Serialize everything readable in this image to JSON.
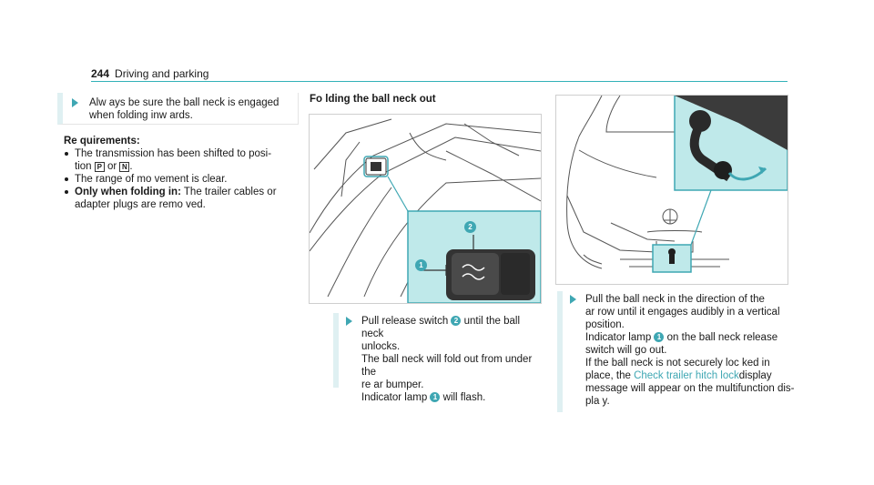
{
  "header": {
    "page_number": "244",
    "section": "Driving and parking"
  },
  "note": {
    "text_1": "Alw ays be sure the ball neck is engaged",
    "text_2": "when folding inw ards."
  },
  "requirements": {
    "title": "Re quirements:",
    "item1_a": "The transmission has been shifted to posi-",
    "item1_b": "tion",
    "gear_p": "P",
    "or": "or",
    "gear_n": "N",
    "item1_end": ".",
    "item2": "The range of mo vement is clear.",
    "item3_bold": "Only when folding in:",
    "item3_a": " The trailer cables or",
    "item3_b": "adapter plugs are remo ved."
  },
  "section": {
    "title": "Fo lding the ball neck out"
  },
  "callouts": {
    "one": "1",
    "two": "2"
  },
  "step1": {
    "a": "Pull release switch ",
    "b": " until the ball neck",
    "c": "unlocks.",
    "d": "The ball neck will fold out from under the",
    "e": "re ar bumper.",
    "f": "Indicator lamp ",
    "g": " will flash."
  },
  "step2": {
    "a": "Pull the ball neck in the direction of the",
    "b": "ar row until it engages audibly in a vertical",
    "c": "position.",
    "d": "Indicator lamp ",
    "e": " on the ball neck release",
    "f": "switch will go out.",
    "g": "If the ball neck is not securely loc ked in",
    "h": "place, the ",
    "link": "Check trailer hitch lock",
    "i": "display",
    "j": "message will appear on the multifunction dis-",
    "k": "pla y."
  },
  "colors": {
    "accent": "#3fa7b3",
    "highlight": "#bfe9ea",
    "rule": "#33b2b8"
  }
}
